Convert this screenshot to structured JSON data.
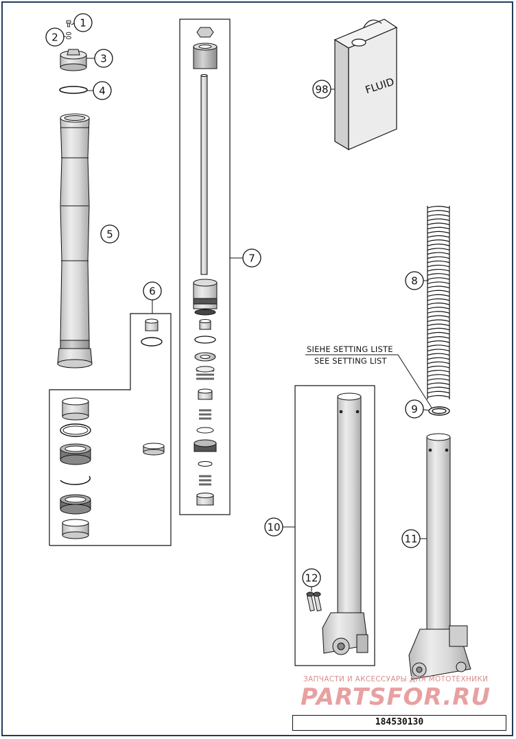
{
  "diagram": {
    "callouts": [
      "1",
      "2",
      "3",
      "4",
      "5",
      "6",
      "7",
      "8",
      "9",
      "10",
      "11",
      "12",
      "98"
    ],
    "can_label": "FLUID",
    "note_line_1": "SIEHE SETTING LISTE",
    "note_line_2": "SEE SETTING LIST",
    "part_number": "184530130"
  },
  "watermark": {
    "tagline": "ЗАПЧАСТИ И АКСЕССУАРЫ ДЛЯ МОТОТЕХНИКИ",
    "logo": "PARTSFOR.RU"
  },
  "colors": {
    "frame": "#1f3b5c",
    "line": "#111111",
    "shade": "#c9c9c9",
    "watermark": "#e8a0a0"
  }
}
